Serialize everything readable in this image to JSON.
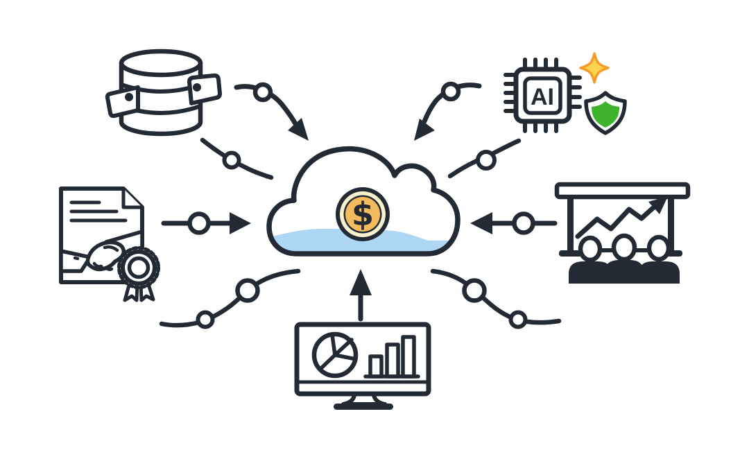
{
  "palette": {
    "ink": "#232a33",
    "water_blue": "#aed7f5",
    "bar_blue": "#cfe8f8",
    "coin_gold": "#f3ba5e",
    "coin_cream": "#f8f1cd",
    "shield_green": "#3db32d",
    "sparkle_orange": "#f59d27",
    "sparkle_yellow": "#ffd34f",
    "background": "#ffffff"
  },
  "scene": {
    "type": "illustration-diagram",
    "center_node": {
      "id": "cloud",
      "name": "cloud-with-dollar-coin",
      "description": "outlined cloud partially filled with blue water holding a gold dollar coin",
      "position": "center"
    },
    "nodes": [
      {
        "id": "database",
        "name": "tagged-database-icon",
        "description": "database cylinder with two price tags",
        "position": "top-left"
      },
      {
        "id": "ai-chip",
        "name": "ai-chip-with-shield-icon",
        "label": "AI",
        "description": "AI processor chip with sparkle and green security shield",
        "position": "top-right"
      },
      {
        "id": "contract",
        "name": "contract-handshake-certificate-icon",
        "description": "document with handshake and award rosette seal",
        "position": "middle-left"
      },
      {
        "id": "training",
        "name": "presentation-growth-chart-icon",
        "description": "presentation board with rising zigzag arrow and three people",
        "position": "middle-right"
      },
      {
        "id": "dashboard",
        "name": "analytics-monitor-icon",
        "description": "monitor showing pie chart and bar chart",
        "position": "bottom-center"
      }
    ],
    "connectors": [
      {
        "id": "db-to-cloud",
        "type": "curved-arrow",
        "direction": "into-cloud",
        "waypoint_circles": 1
      },
      {
        "id": "chip-to-cloud",
        "type": "curved-arrow",
        "direction": "into-cloud",
        "waypoint_circles": 1
      },
      {
        "id": "contract-to-cloud",
        "type": "straight-arrow",
        "direction": "into-cloud",
        "waypoint_circles": 1
      },
      {
        "id": "training-to-cloud",
        "type": "straight-arrow",
        "direction": "into-cloud",
        "waypoint_circles": 1
      },
      {
        "id": "dashboard-to-cloud",
        "type": "straight-arrow",
        "direction": "into-cloud",
        "waypoint_circles": 0
      },
      {
        "id": "db-side-link",
        "type": "curved-line",
        "waypoint_circles": 1
      },
      {
        "id": "chip-side-link",
        "type": "curved-line",
        "waypoint_circles": 1
      },
      {
        "id": "contract-dashboard-link",
        "type": "curved-line",
        "waypoint_circles": 2
      },
      {
        "id": "dashboard-training-link",
        "type": "curved-line",
        "waypoint_circles": 2
      }
    ]
  },
  "labels": {
    "ai_chip_text": "AI",
    "coin_symbol": "$"
  }
}
